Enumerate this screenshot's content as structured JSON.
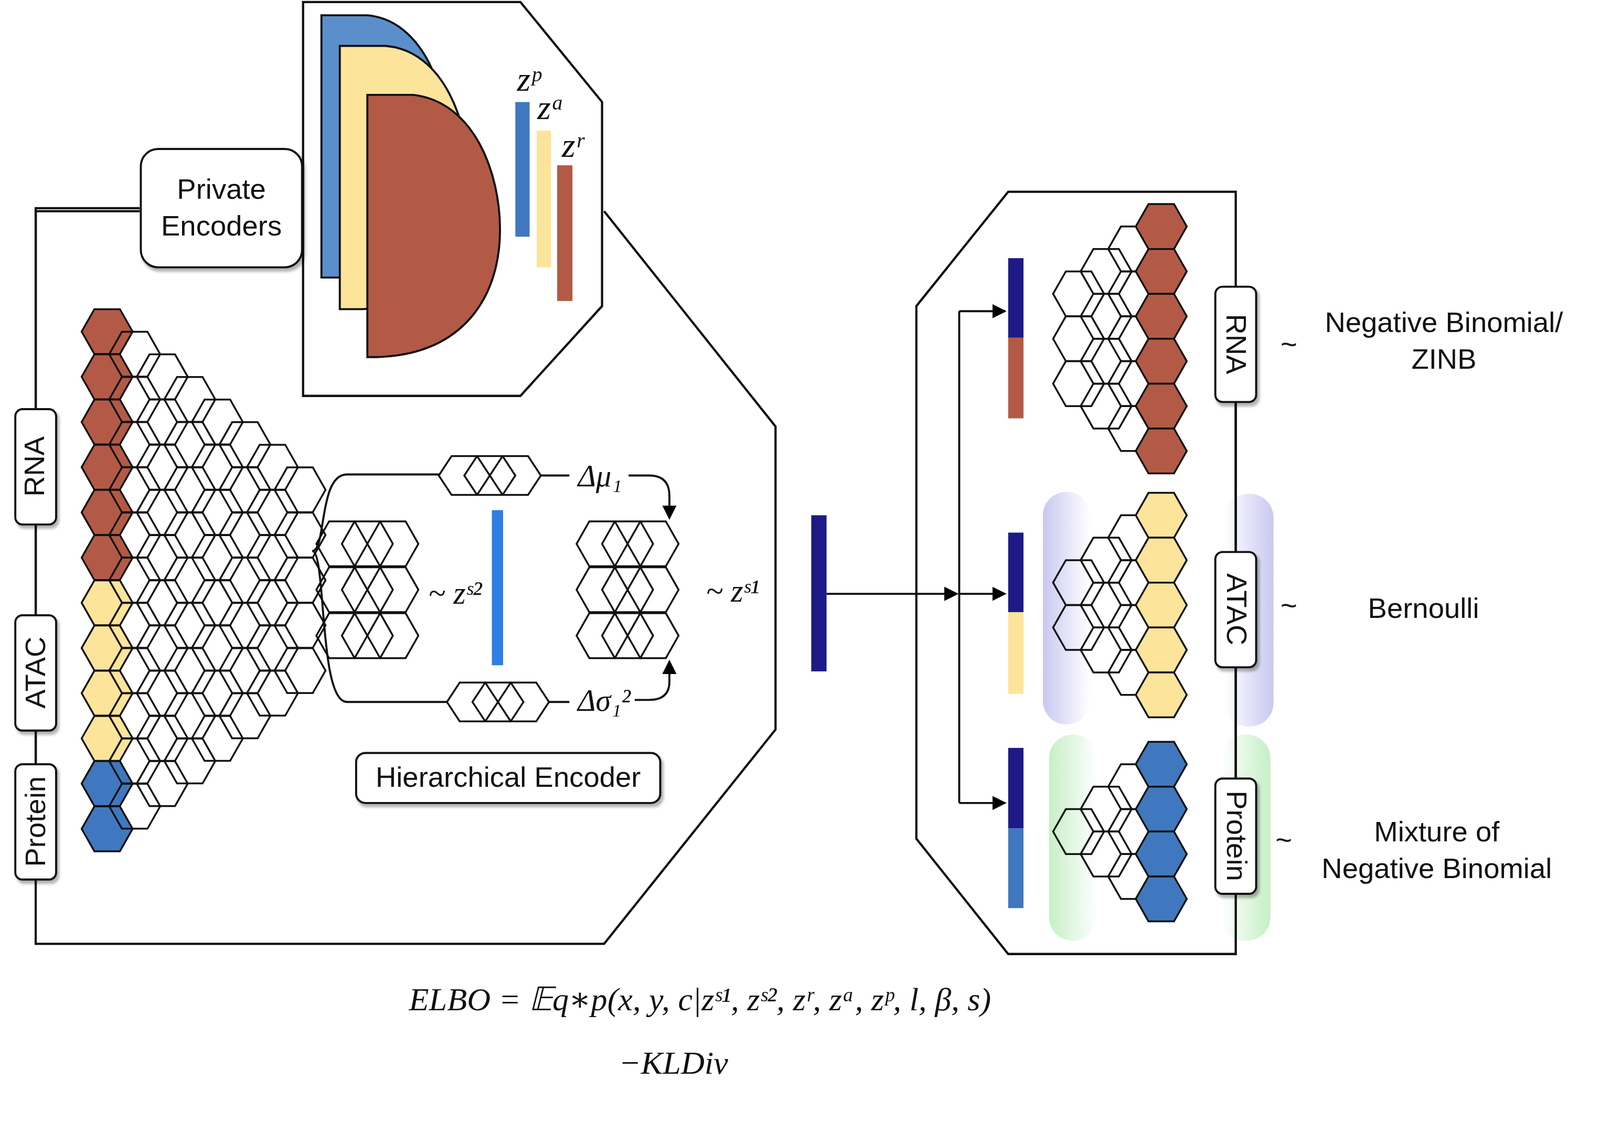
{
  "diagram": {
    "nodes": [
      {
        "text": [
          "Private Encoders"
        ]
      },
      {
        "text": [
          "RNA"
        ]
      },
      {
        "text": [
          "ATAC"
        ]
      },
      {
        "text": [
          "Protein"
        ]
      },
      {
        "text": [
          "Hierarchical Encoder"
        ]
      },
      {
        "text": [
          "RNA"
        ]
      },
      {
        "text": [
          "ATAC"
        ]
      },
      {
        "text": [
          "Protein"
        ]
      }
    ],
    "edges": [
      {
        "from": 0,
        "to": 1,
        "arrow": "none"
      },
      {
        "from": 1,
        "to": 2,
        "arrow": "none"
      },
      {
        "from": 2,
        "to": 3,
        "arrow": "none"
      },
      {
        "from": 5,
        "to": 6,
        "arrow": "none"
      },
      {
        "from": 6,
        "to": 7,
        "arrow": "none"
      }
    ],
    "labels": [
      "zᵖ",
      "zᵃ",
      "zʳ",
      "~ zˢ²",
      "Δμ₁",
      "Δσ₁²",
      "~ zˢ¹",
      "~",
      "Negative Binomial/ ZINB",
      "~",
      "Bernoulli",
      "~",
      "Mixture of Negative Binomial",
      "ELBO = 𝔼q∗p(x, y, c|zˢ¹, zˢ², zʳ, zᵃ, zᵖ, l, β, s)",
      "−KLDiv"
    ]
  }
}
